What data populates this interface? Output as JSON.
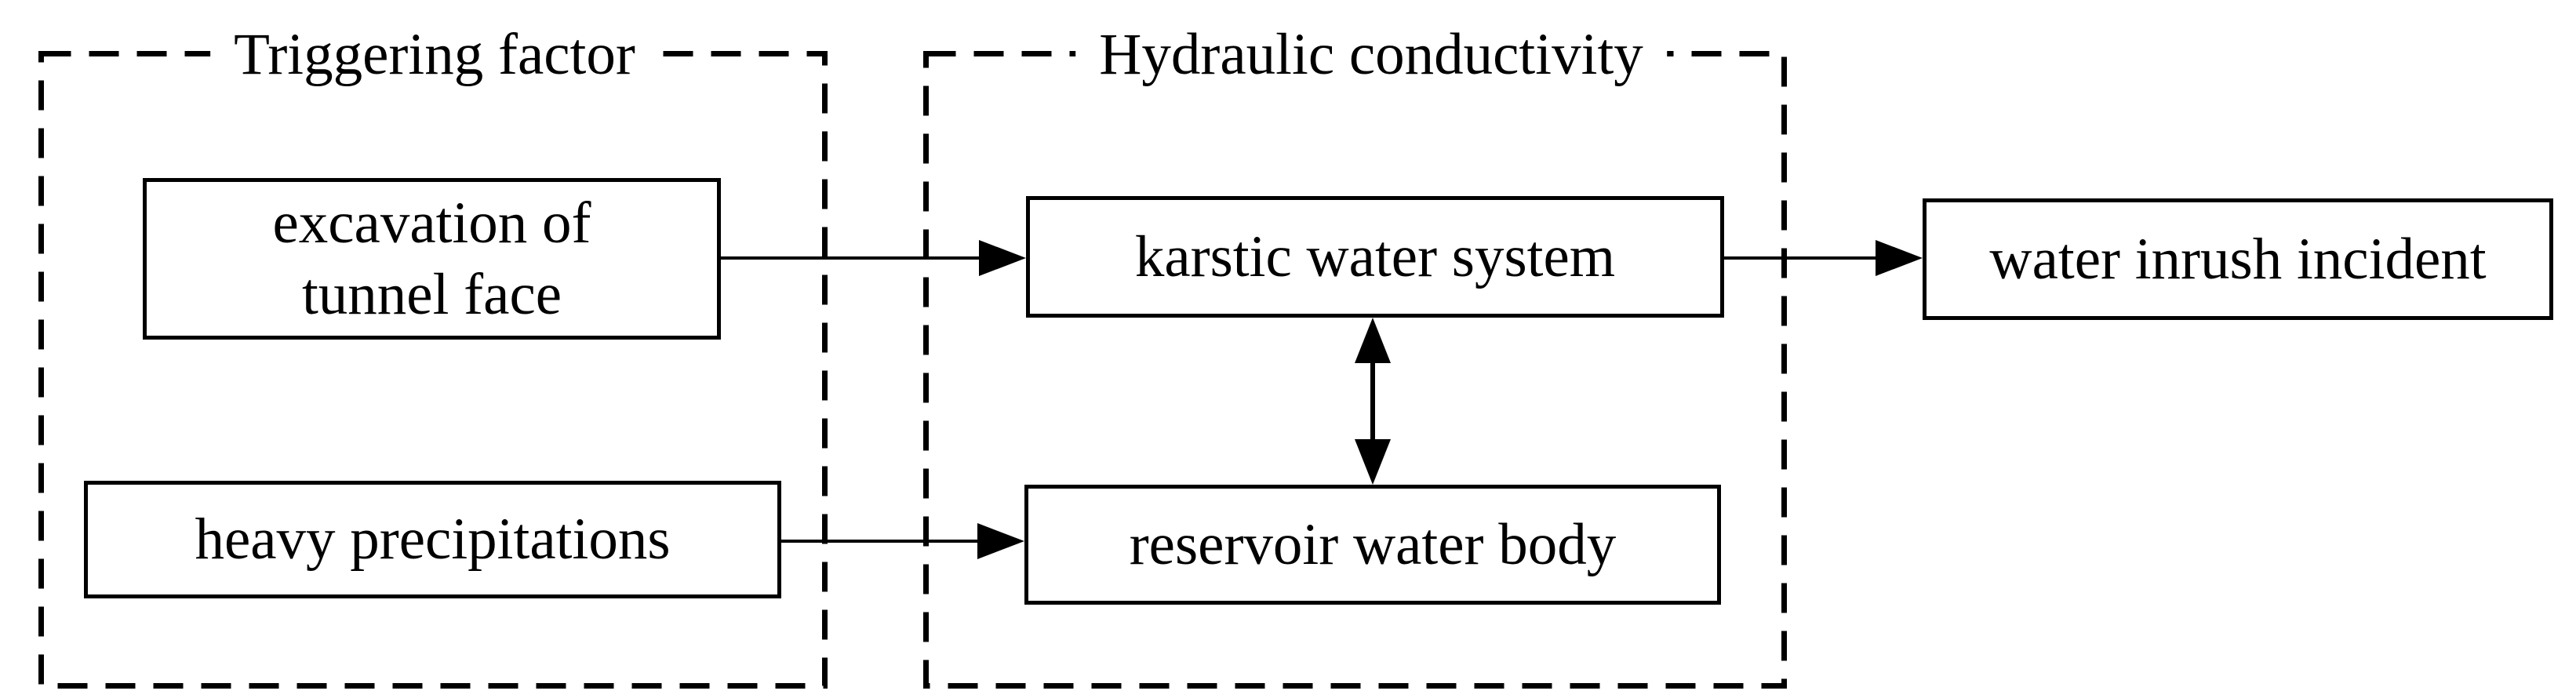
{
  "diagram": {
    "background_color": "#ffffff",
    "line_color": "#000000",
    "groups": [
      {
        "id": "triggering-factor",
        "label": "Triggering factor"
      },
      {
        "id": "hydraulic-conductivity",
        "label": "Hydraulic conductivity"
      }
    ],
    "nodes": [
      {
        "id": "excavation-of-tunnel-face",
        "label": "excavation of\ntunnel face",
        "group": "Triggering factor"
      },
      {
        "id": "heavy-precipitations",
        "label": "heavy precipitations",
        "group": "Triggering factor"
      },
      {
        "id": "karstic-water-system",
        "label": "karstic water system",
        "group": "Hydraulic conductivity"
      },
      {
        "id": "reservoir-water-body",
        "label": "reservoir water body",
        "group": "Hydraulic conductivity"
      },
      {
        "id": "water-inrush-incident",
        "label": "water inrush incident",
        "group": null
      }
    ],
    "arrows": [
      {
        "from": "excavation-of-tunnel-face",
        "to": "karstic-water-system",
        "style": "single"
      },
      {
        "from": "heavy-precipitations",
        "to": "reservoir-water-body",
        "style": "single"
      },
      {
        "from": "karstic-water-system",
        "to": "water-inrush-incident",
        "style": "single"
      },
      {
        "from": "karstic-water-system",
        "to": "reservoir-water-body",
        "style": "double-headed"
      }
    ]
  }
}
